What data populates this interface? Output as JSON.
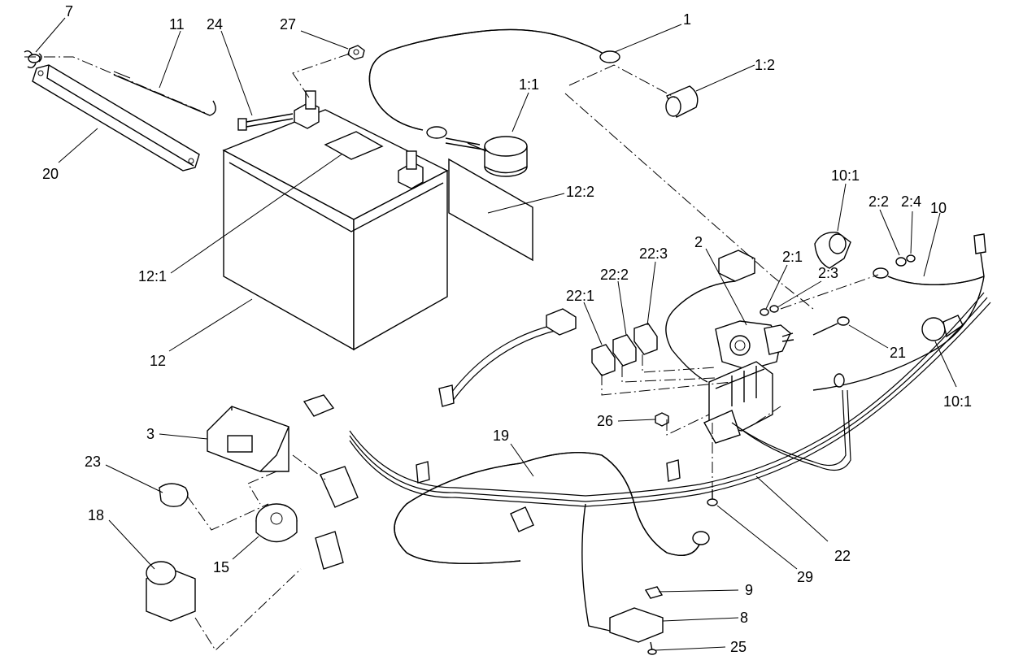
{
  "callouts": {
    "c7": "7",
    "c11": "11",
    "c24": "24",
    "c27": "27",
    "c1": "1",
    "c1_2": "1:2",
    "c1_1": "1:1",
    "c20": "20",
    "c12_2": "12:2",
    "c12_1": "12:1",
    "c12": "12",
    "c10_1a": "10:1",
    "c2_2": "2:2",
    "c2_4": "2:4",
    "c10": "10",
    "c2": "2",
    "c2_1": "2:1",
    "c2_3": "2:3",
    "c22_3": "22:3",
    "c22_2": "22:2",
    "c22_1": "22:1",
    "c21": "21",
    "c10_1b": "10:1",
    "c26": "26",
    "c3": "3",
    "c19": "19",
    "c23": "23",
    "c18": "18",
    "c15": "15",
    "c22": "22",
    "c29": "29",
    "c9": "9",
    "c8": "8",
    "c25": "25"
  }
}
